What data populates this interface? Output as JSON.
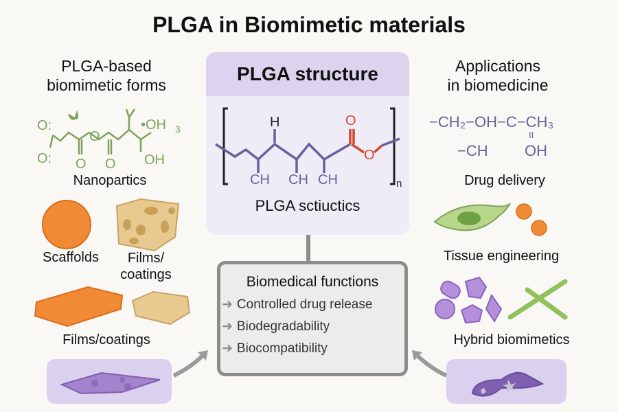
{
  "title": "PLGA in Biomimetic materials",
  "left_column": {
    "heading_line1": "PLGA-based",
    "heading_line2": "biomimetic forms",
    "nanoparticle_label": "Nanopartics",
    "scaffolds_label": "Scaffolds",
    "films_label_line1": "Films/",
    "films_label_line2": "coatings",
    "films_coatings_label": "Films/coatings",
    "chem_labels": {
      "o1": "O:",
      "o2": "O:",
      "oh3": "•OH",
      "oh3_sub": "3",
      "oh": "OH",
      "o_a": "O",
      "o_b": "O",
      "o_c": "O"
    }
  },
  "center": {
    "heading": "PLGA structure",
    "caption": "PLGA sctiuctics",
    "structure_labels": {
      "h": "H",
      "ch1": "CH",
      "ch2": "CH",
      "ch3": "CH",
      "o_carbonyl": "O",
      "o_ester": "O",
      "subscript_n": "n"
    },
    "functions": {
      "title": "Biomedical functions",
      "arrow_glyph": "➜",
      "items": [
        "Controlled drug release",
        "Biodegradability",
        "Biocompatibility"
      ]
    }
  },
  "right_column": {
    "heading_line1": "Applications",
    "heading_line2": "in biomedicine",
    "formula_line1": "−CH₂−OH−C−CH₃",
    "formula_line2_left": "−CH",
    "formula_line2_right": "OH",
    "formula_double_bond": "II",
    "drug_delivery_label": "Drug delivery",
    "tissue_engineering_label": "Tissue engineering",
    "hybrid_label": "Hybrid biomimetics"
  },
  "colors": {
    "lavender_header": "#dcd3ee",
    "lavender_box": "#efebf7",
    "structure_purple": "#6a5f9e",
    "oxygen_red": "#d4482a",
    "chem_green": "#7ea25a",
    "orange": "#f08a34",
    "tan": "#e6c48a",
    "gray_arrow": "#9a9a9c"
  }
}
